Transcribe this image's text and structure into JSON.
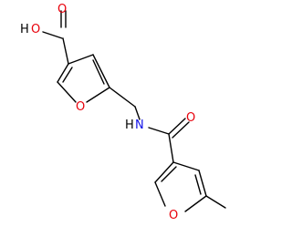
{
  "molecule": {
    "atoms": {
      "oh_label": "O",
      "oh_h_label": "H",
      "carbonyl_o1_label": "O",
      "ring1_o_label": "O",
      "nh_label": "N",
      "nh_h_label": "H",
      "carbonyl_o2_label": "O",
      "ring2_o_label": "O"
    },
    "colors": {
      "bond": "#000000",
      "oxygen": "#e8000b",
      "nitrogen": "#1010e8",
      "hydrogen": "#000000"
    }
  }
}
